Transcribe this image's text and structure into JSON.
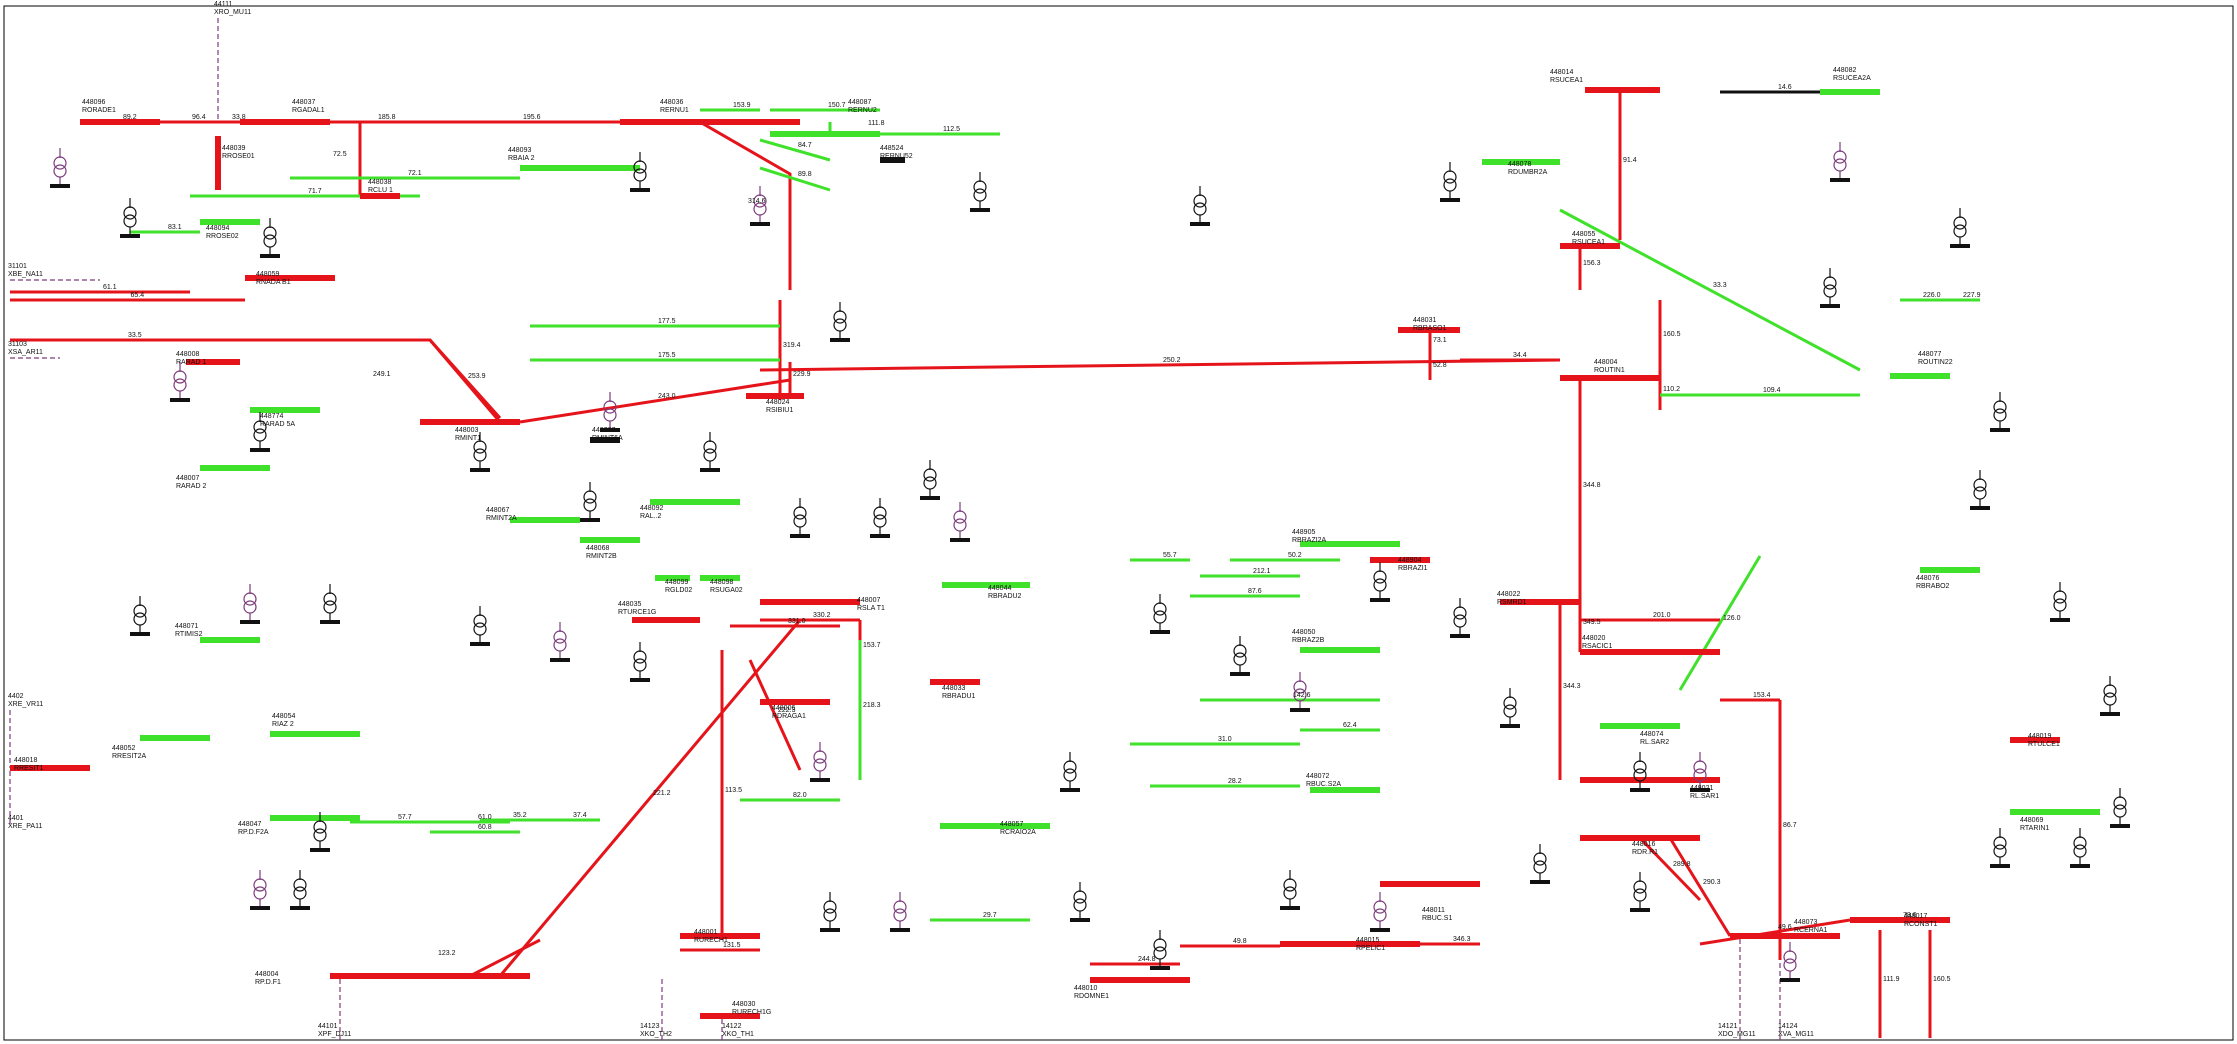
{
  "colors": {
    "bus_220": "#e5141b",
    "bus_110": "#3fe12a",
    "bus_lv": "#111111",
    "transformer": "#7a3b7a",
    "external_tie": "#7a3b7a"
  },
  "buses": [
    {
      "id": "b1",
      "num": "448096",
      "name": "RORADE1",
      "level": "220"
    },
    {
      "id": "b2",
      "num": "448039",
      "name": "RROSE01",
      "level": "220"
    },
    {
      "id": "b3",
      "num": "448037",
      "name": "RGADAL1",
      "level": "220"
    },
    {
      "id": "b4",
      "num": "448036",
      "name": "RERNU1",
      "level": "220"
    },
    {
      "id": "b5",
      "num": "448087",
      "name": "RERNU2",
      "level": "110"
    },
    {
      "id": "b6",
      "num": "448524",
      "name": "RERNU52",
      "level": "lv"
    },
    {
      "id": "b7",
      "num": "448093",
      "name": "RBAIA 2",
      "level": "110"
    },
    {
      "id": "b8",
      "num": "448094",
      "name": "RROSE02",
      "level": "110"
    },
    {
      "id": "b9",
      "num": "448038",
      "name": "RCLU 1",
      "level": "220"
    },
    {
      "id": "b10",
      "num": "448059",
      "name": "RNADA B1",
      "level": "220"
    },
    {
      "id": "b11",
      "num": "448008",
      "name": "RARAD 1",
      "level": "220"
    },
    {
      "id": "b12",
      "num": "448774",
      "name": "RARAD 5A",
      "level": "110"
    },
    {
      "id": "b13",
      "num": "448007",
      "name": "RARAD 2",
      "level": "110"
    },
    {
      "id": "b14",
      "num": "448003",
      "name": "RMINT1",
      "level": "220"
    },
    {
      "id": "b15",
      "num": "448787",
      "name": "RMINT6A",
      "level": "lv"
    },
    {
      "id": "b16",
      "num": "448067",
      "name": "RMINT2A",
      "level": "110"
    },
    {
      "id": "b17",
      "num": "448068",
      "name": "RMINT2B",
      "level": "110"
    },
    {
      "id": "b18",
      "num": "448092",
      "name": "RAL..2",
      "level": "110"
    },
    {
      "id": "b19",
      "num": "448035",
      "name": "RTURCE1G",
      "level": "220"
    },
    {
      "id": "b20",
      "num": "448099",
      "name": "RGLD02",
      "level": "110"
    },
    {
      "id": "b21",
      "num": "448098",
      "name": "RSUGA02",
      "level": "110"
    },
    {
      "id": "b22",
      "num": "448007",
      "name": "RSLA T1",
      "level": "220"
    },
    {
      "id": "b23",
      "num": "448033",
      "name": "RBRADU1",
      "level": "220"
    },
    {
      "id": "b24",
      "num": "448044",
      "name": "RBRADU2",
      "level": "110"
    },
    {
      "id": "b25",
      "num": "448024",
      "name": "RSIBIU1",
      "level": "220"
    },
    {
      "id": "b26",
      "num": "448031",
      "name": "RBRASO1",
      "level": "220"
    },
    {
      "id": "b27",
      "num": "448078",
      "name": "RDUMBR2A",
      "level": "110"
    },
    {
      "id": "b28",
      "num": "448014",
      "name": "RSUCEA1",
      "level": "220"
    },
    {
      "id": "b29",
      "num": "448082",
      "name": "RSUCEA2A",
      "level": "110"
    },
    {
      "id": "b30",
      "num": "448055",
      "name": "RSUCEA1",
      "level": "220"
    },
    {
      "id": "b31",
      "num": "448004",
      "name": "ROUTIN1",
      "level": "220"
    },
    {
      "id": "b32",
      "num": "448077",
      "name": "ROUTIN22",
      "level": "110"
    },
    {
      "id": "b33",
      "num": "448022",
      "name": "RSMRD1",
      "level": "220"
    },
    {
      "id": "b34",
      "num": "448020",
      "name": "RSACIC1",
      "level": "220"
    },
    {
      "id": "b35",
      "num": "448021",
      "name": "RL.SAR1",
      "level": "220"
    },
    {
      "id": "b36",
      "num": "448016",
      "name": "RDR.R1",
      "level": "220"
    },
    {
      "id": "b37",
      "num": "448073",
      "name": "RCERNA1",
      "level": "220"
    },
    {
      "id": "b38",
      "num": "448011",
      "name": "RBUC.S1",
      "level": "220"
    },
    {
      "id": "b39",
      "num": "448015",
      "name": "RPELIC1",
      "level": "220"
    },
    {
      "id": "b40",
      "num": "448010",
      "name": "RDOMNE1",
      "level": "220"
    },
    {
      "id": "b41",
      "num": "448001",
      "name": "RURECH1",
      "level": "220"
    },
    {
      "id": "b42",
      "num": "448004",
      "name": "RP.D.F1",
      "level": "220"
    },
    {
      "id": "b43",
      "num": "448057",
      "name": "RCRAIO2A",
      "level": "110"
    },
    {
      "id": "b44",
      "num": "448072",
      "name": "RBUC.S2A",
      "level": "110"
    },
    {
      "id": "b45",
      "num": "448050",
      "name": "RBRAZ2B",
      "level": "110"
    },
    {
      "id": "b46",
      "num": "448905",
      "name": "RBRAZI2A",
      "level": "110"
    },
    {
      "id": "b47",
      "num": "448019",
      "name": "RTULCE1",
      "level": "220"
    },
    {
      "id": "b48",
      "num": "448069",
      "name": "RTARIN1",
      "level": "110"
    },
    {
      "id": "b49",
      "num": "448017",
      "name": "RCONST1",
      "level": "220"
    },
    {
      "id": "b50",
      "num": "448054",
      "name": "RIAZ 2",
      "level": "110"
    },
    {
      "id": "b51",
      "num": "448047",
      "name": "RP.D.F2A",
      "level": "110"
    },
    {
      "id": "b52",
      "num": "448052",
      "name": "RRESIT2A",
      "level": "110"
    },
    {
      "id": "b53",
      "num": "448018",
      "name": "RRESIT1",
      "level": "220"
    },
    {
      "id": "b54",
      "num": "448071",
      "name": "RTIMIS2",
      "level": "110"
    },
    {
      "id": "b55",
      "num": "448030",
      "name": "RURECH1G",
      "level": "220"
    },
    {
      "id": "b56",
      "num": "448006",
      "name": "RDRAGA1",
      "level": "220"
    },
    {
      "id": "b57",
      "num": "448904",
      "name": "RBRAZI1",
      "level": "220"
    },
    {
      "id": "b58",
      "num": "448074",
      "name": "RL.SAR2",
      "level": "110"
    },
    {
      "id": "b59",
      "num": "448076",
      "name": "RBRABO2",
      "level": "110"
    }
  ],
  "lines": [
    {
      "id": "l1",
      "flow": "89.2",
      "level": "220"
    },
    {
      "id": "l2",
      "flow": "96.4",
      "level": "220"
    },
    {
      "id": "l3",
      "flow": "33.8",
      "level": "220"
    },
    {
      "id": "l4",
      "flow": "72.5",
      "level": "220"
    },
    {
      "id": "l5",
      "flow": "185.8",
      "level": "220"
    },
    {
      "id": "l6",
      "flow": "195.6",
      "level": "220"
    },
    {
      "id": "l7",
      "flow": "314.6",
      "level": "220"
    },
    {
      "id": "l8",
      "flow": "153.9",
      "level": "110"
    },
    {
      "id": "l9",
      "flow": "150.7",
      "level": "110"
    },
    {
      "id": "l10",
      "flow": "111.8",
      "level": "110"
    },
    {
      "id": "l11",
      "flow": "112.5",
      "level": "110"
    },
    {
      "id": "l12",
      "flow": "84.7",
      "level": "110"
    },
    {
      "id": "l13",
      "flow": "89.8",
      "level": "110"
    },
    {
      "id": "l14",
      "flow": "72.1",
      "level": "110"
    },
    {
      "id": "l15",
      "flow": "71.7",
      "level": "110"
    },
    {
      "id": "l16",
      "flow": "83.1",
      "level": "110"
    },
    {
      "id": "l17",
      "flow": "65.4",
      "level": "220"
    },
    {
      "id": "l18",
      "flow": "61.1",
      "level": "220"
    },
    {
      "id": "l19",
      "flow": "33.5",
      "level": "220"
    },
    {
      "id": "l20",
      "flow": "249.1",
      "level": "220"
    },
    {
      "id": "l21",
      "flow": "253.9",
      "level": "220"
    },
    {
      "id": "l22",
      "flow": "243.0",
      "level": "220"
    },
    {
      "id": "l23",
      "flow": "319.4",
      "level": "220"
    },
    {
      "id": "l24",
      "flow": "177.5",
      "level": "110"
    },
    {
      "id": "l25",
      "flow": "175.5",
      "level": "110"
    },
    {
      "id": "l26",
      "flow": "250.2",
      "level": "220"
    },
    {
      "id": "l27",
      "flow": "229.9",
      "level": "220"
    },
    {
      "id": "l28",
      "flow": "73.1",
      "level": "220"
    },
    {
      "id": "l29",
      "flow": "34.4",
      "level": "220"
    },
    {
      "id": "l30",
      "flow": "52.8",
      "level": "220"
    },
    {
      "id": "l31",
      "flow": "344.8",
      "level": "220"
    },
    {
      "id": "l32",
      "flow": "110.2",
      "level": "220"
    },
    {
      "id": "l33",
      "flow": "160.5",
      "level": "220"
    },
    {
      "id": "l34",
      "flow": "109.4",
      "level": "110"
    },
    {
      "id": "l35",
      "flow": "33.3",
      "level": "110"
    },
    {
      "id": "l36",
      "flow": "156.3",
      "level": "220"
    },
    {
      "id": "l37",
      "flow": "91.4",
      "level": "220"
    },
    {
      "id": "l38",
      "flow": "14.6",
      "level": "lv"
    },
    {
      "id": "l39",
      "flow": "226.0",
      "level": "110"
    },
    {
      "id": "l40",
      "flow": "227.9",
      "level": "110"
    },
    {
      "id": "l41",
      "flow": "201.0",
      "level": "220"
    },
    {
      "id": "l42",
      "flow": "349.5",
      "level": "220"
    },
    {
      "id": "l43",
      "flow": "344.3",
      "level": "220"
    },
    {
      "id": "l44",
      "flow": "331.0",
      "level": "220"
    },
    {
      "id": "l45",
      "flow": "330.2",
      "level": "220"
    },
    {
      "id": "l46",
      "flow": "153.7",
      "level": "220"
    },
    {
      "id": "l47",
      "flow": "218.3",
      "level": "110"
    },
    {
      "id": "l48",
      "flow": "222.3",
      "level": "220"
    },
    {
      "id": "l49",
      "flow": "123.2",
      "level": "220"
    },
    {
      "id": "l50",
      "flow": "221.2",
      "level": "220"
    },
    {
      "id": "l51",
      "flow": "244.8",
      "level": "220"
    },
    {
      "id": "l52",
      "flow": "49.8",
      "level": "220"
    },
    {
      "id": "l53",
      "flow": "346.3",
      "level": "220"
    },
    {
      "id": "l54",
      "flow": "289.8",
      "level": "220"
    },
    {
      "id": "l55",
      "flow": "290.3",
      "level": "220"
    },
    {
      "id": "l56",
      "flow": "153.4",
      "level": "220"
    },
    {
      "id": "l57",
      "flow": "86.7",
      "level": "220"
    },
    {
      "id": "l58",
      "flow": "49.6",
      "level": "220"
    },
    {
      "id": "l59",
      "flow": "78.6",
      "level": "220"
    },
    {
      "id": "l60",
      "flow": "126.0",
      "level": "110"
    },
    {
      "id": "l61",
      "flow": "55.7",
      "level": "110"
    },
    {
      "id": "l62",
      "flow": "50.2",
      "level": "110"
    },
    {
      "id": "l63",
      "flow": "212.1",
      "level": "110"
    },
    {
      "id": "l64",
      "flow": "87.6",
      "level": "110"
    },
    {
      "id": "l65",
      "flow": "142.6",
      "level": "110"
    },
    {
      "id": "l66",
      "flow": "62.4",
      "level": "110"
    },
    {
      "id": "l67",
      "flow": "31.0",
      "level": "110"
    },
    {
      "id": "l68",
      "flow": "28.2",
      "level": "110"
    },
    {
      "id": "l69",
      "flow": "57.7",
      "level": "110"
    },
    {
      "id": "l70",
      "flow": "61.0",
      "level": "110"
    },
    {
      "id": "l71",
      "flow": "60.8",
      "level": "110"
    },
    {
      "id": "l72",
      "flow": "35.2",
      "level": "110"
    },
    {
      "id": "l73",
      "flow": "37.4",
      "level": "110"
    },
    {
      "id": "l74",
      "flow": "82.0",
      "level": "110"
    },
    {
      "id": "l75",
      "flow": "29.7",
      "level": "110"
    },
    {
      "id": "l76",
      "flow": "113.5",
      "level": "220"
    },
    {
      "id": "l77",
      "flow": "131.5",
      "level": "220"
    },
    {
      "id": "l78",
      "flow": "111.9",
      "level": "220"
    },
    {
      "id": "l79",
      "flow": "160.5",
      "level": "220"
    }
  ],
  "externals": [
    {
      "id": "e1",
      "num": "44111",
      "name": "XRO_MU11"
    },
    {
      "id": "e2",
      "num": "31101",
      "name": "XBE_NA11"
    },
    {
      "id": "e3",
      "num": "31103",
      "name": "XSA_AR11"
    },
    {
      "id": "e4",
      "num": "4402",
      "name": "XRE_VR11"
    },
    {
      "id": "e5",
      "num": "4401",
      "name": "XRE_PA11"
    },
    {
      "id": "e6",
      "num": "44101",
      "name": "XPF_DJ11"
    },
    {
      "id": "e7",
      "num": "14123",
      "name": "XKO_TH2"
    },
    {
      "id": "e8",
      "num": "14122",
      "name": "XKO_TH1"
    },
    {
      "id": "e9",
      "num": "14121",
      "name": "XDO_MG11"
    },
    {
      "id": "e10",
      "num": "14124",
      "name": "XVA_MG11"
    }
  ]
}
